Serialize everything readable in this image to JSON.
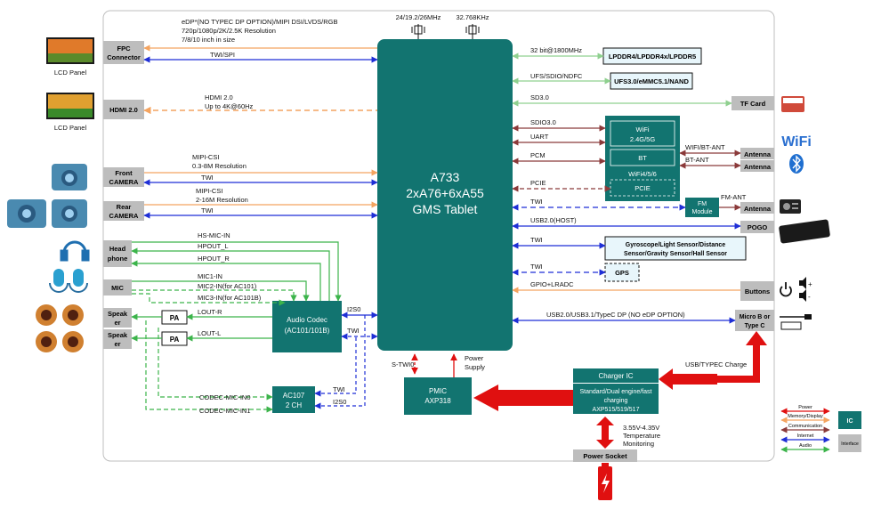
{
  "soc": {
    "line1": "A733",
    "line2": "2xA76+6xA55",
    "line3": "GMS Tablet"
  },
  "clocks": {
    "main": "24/19.2/26MHz",
    "rtc": "32.768KHz"
  },
  "left_blocks": {
    "fpc": [
      "FPC",
      "Connector"
    ],
    "hdmi": "HDMI 2.0",
    "front_camera": [
      "Front",
      "CAMERA"
    ],
    "rear_camera": [
      "Rear",
      "CAMERA"
    ],
    "headphone": [
      "Head",
      "phone"
    ],
    "mic": "MIC",
    "speaker1": [
      "Speak",
      "er"
    ],
    "speaker2": [
      "Speak",
      "er"
    ],
    "pa1": "PA",
    "pa2": "PA"
  },
  "left_labels": {
    "lcd1": "LCD Panel",
    "lcd2": "LCD Panel",
    "edp1": "eDP*(NO TYPEC DP OPTION)/MIPI DSI/LVDS/RGB",
    "edp2": "720p/1080p/2K/2.5K Resolution",
    "edp3": "7/8/10 inch in size",
    "twi_spi": "TWI/SPI",
    "hdmi1": "HDMI 2.0",
    "hdmi2": "Up to 4K@60Hz",
    "csi1_a": "MIPI-CSI",
    "csi1_b": "0.3-8M Resolution",
    "twi_front": "TWI",
    "csi2_a": "MIPI-CSI",
    "csi2_b": "2-16M Resolution",
    "twi_rear": "TWI",
    "hs_mic_in": "HS-MIC-IN",
    "hpout_l": "HPOUT_L",
    "hpout_r": "HPOUT_R",
    "mic1": "MIC1-IN",
    "mic2": "MIC2-IN(for AC101)",
    "mic3": "MIC3-IN(for AC101B)",
    "lout_r": "LOUT-R",
    "lout_l": "LOUT-L",
    "codec_mic0": "CODEC-MIC-IN0",
    "codec_mic1": "CODEC-MIC-IN1",
    "i2s0_a": "I2S0",
    "twi_codec": "TWI",
    "twi_ac107": "TWI",
    "i2s0_b": "I2S0"
  },
  "codec": {
    "line1": "Audio Codec",
    "line2": "(AC101/101B)"
  },
  "ac107": {
    "line1": "AC107",
    "line2": "2 CH"
  },
  "right_blocks": {
    "lpddr": "LPDDR4/LPDDR4x/LPDDR5",
    "ufs": "UFS3.0/eMMC5.1/NAND",
    "tf": "TF Card",
    "wifi": "WiFi",
    "wifi_band": "2.4G/5G",
    "bt": "BT",
    "wifi_ver": "WiFi4/5/6",
    "pcie": "PCIE",
    "antenna1": "Antenna",
    "antenna2": "Antenna",
    "antenna3": "Antenna",
    "fm1": "FM",
    "fm2": "Module",
    "pogo": "POGO",
    "sensors1": "Gyroscope/Light Sensor/Distance",
    "sensors2": "Sensor/Gravity Sensor/Hall Sensor",
    "gps": "GPS",
    "buttons": "Buttons",
    "microb1": "Micro B or",
    "microb2": "Type C"
  },
  "right_labels": {
    "ddr": "32 bit@1800MHz",
    "ufs": "UFS/SDIO/NDFC",
    "sd30": "SD3.0",
    "sdio30": "SDIO3.0",
    "uart": "UART",
    "pcm": "PCM",
    "pcie": "PCIE",
    "twi_fm": "TWI",
    "wifi_bt_ant": "WIFI/BT-ANT",
    "bt_ant": "BT-ANT",
    "fm_ant": "FM-ANT",
    "usb20_host": "USB2.0(HOST)",
    "twi_sensor": "TWI",
    "twi_gps": "TWI",
    "gpio": "GPIO+LRADC",
    "usb_typec": "USB2.0/USB3.1/TypeC DP  (NO eDP OPTION)",
    "usb_charge": "USB/TYPEC Charge",
    "wifi_logo": "WiFi"
  },
  "power": {
    "pmic1": "PMIC",
    "pmic2": "AXP318",
    "stwi": "S-TWI0",
    "supply1": "Power",
    "supply2": "Supply",
    "charger_title": "Charger IC",
    "charger1": "Standard/Dual engine/fast",
    "charger2": "charging",
    "charger3": "AXP515/519/517",
    "volt1": "3.55V-4.35V",
    "volt2": "Temperature",
    "volt3": "Monitoring",
    "socket": "Power Socket"
  },
  "legend": {
    "power": "Power",
    "memory": "Memory/Display",
    "communication": "Communication",
    "internet": "Internet",
    "audio": "Audio",
    "ic": "IC",
    "interface": "Interface"
  },
  "colors": {
    "teal": "#127470",
    "gray": "#bdbdbd",
    "orange": "#f4a460",
    "blue": "#1f2fd6",
    "red": "#e01010",
    "brown": "#8b3a3a",
    "green": "#3cb44b",
    "lightgreen": "#8fd08f"
  }
}
